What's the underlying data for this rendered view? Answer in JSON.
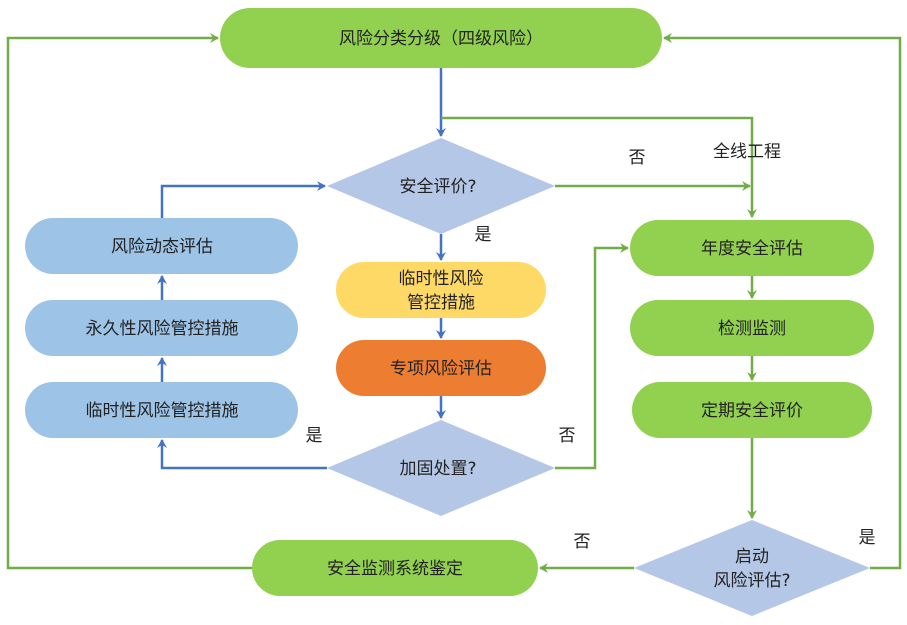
{
  "colors": {
    "green_node": "#92d050",
    "blue_node": "#9dc3e6",
    "diamond": "#b4c7e7",
    "yellow_node": "#ffd966",
    "orange_node": "#ed7d31",
    "blue_line": "#4472c4",
    "green_line": "#70ad47"
  },
  "nodes": {
    "top": "风险分类分级（四级风险）",
    "d1": "安全评价?",
    "temp_line1": "临时性风险",
    "temp_line2": "管控措施",
    "special": "专项风险评估",
    "d2": "加固处置?",
    "dynamic": "风险动态评估",
    "permanent": "永久性风险管控措施",
    "temporary": "临时性风险管控措施",
    "annual": "年度安全评估",
    "monitor": "检测监测",
    "periodic": "定期安全评价",
    "d3_line1": "启动",
    "d3_line2": "风险评估?",
    "appraisal": "安全监测系统鉴定"
  },
  "labels": {
    "whole_line": "全线工程",
    "d1_no": "否",
    "d1_yes": "是",
    "d2_yes": "是",
    "d2_no": "否",
    "d3_no": "否",
    "d3_yes": "是"
  }
}
